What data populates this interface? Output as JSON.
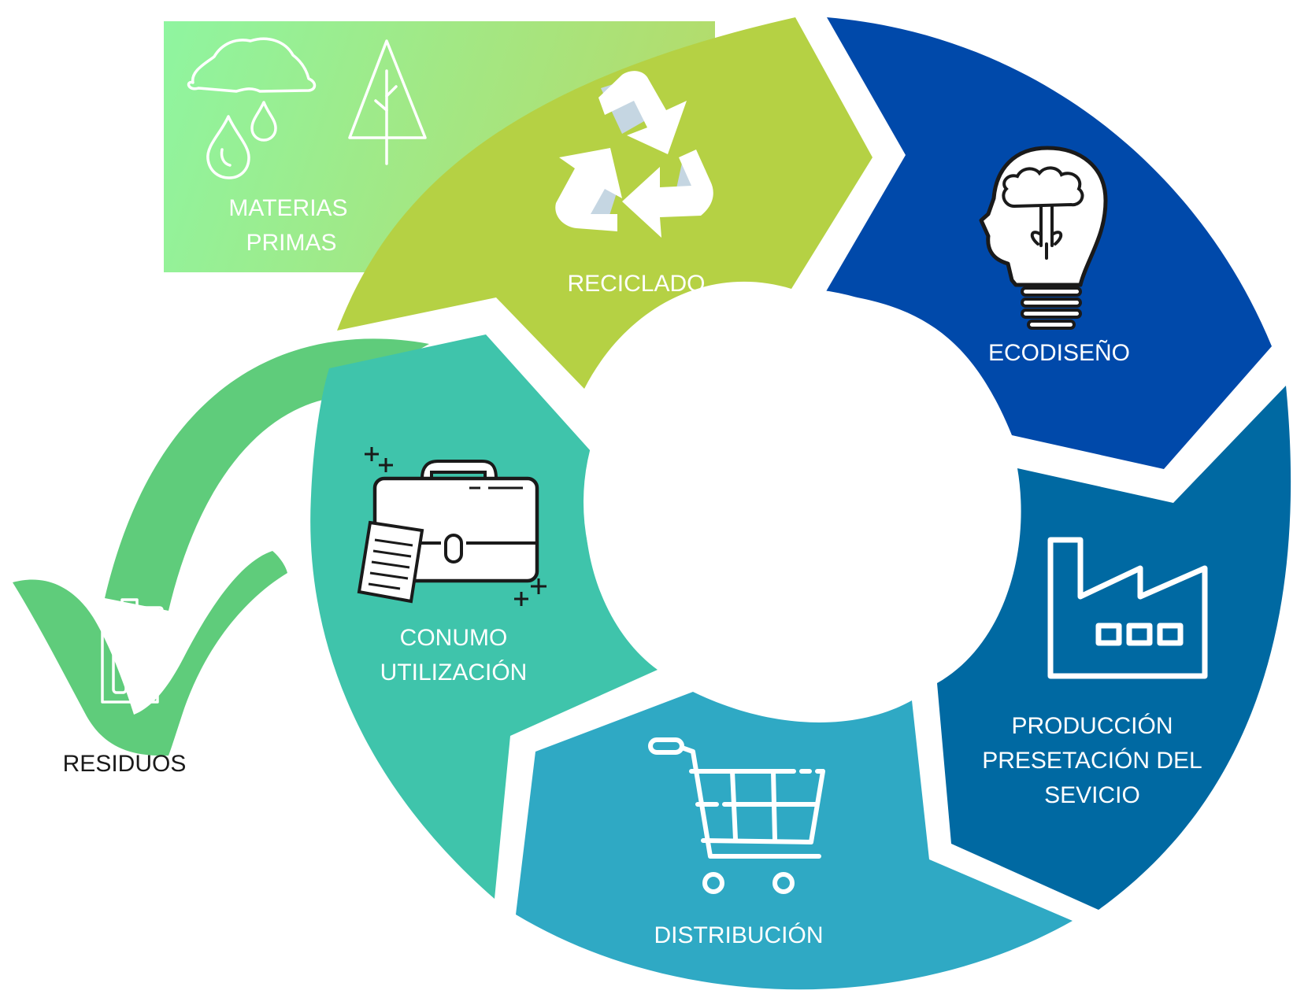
{
  "stages": {
    "materias": {
      "line1": "MATERIAS",
      "line2": "PRIMAS"
    },
    "reciclado": {
      "label": "RECICLADO"
    },
    "ecodiseno": {
      "label": "ECODISEÑO"
    },
    "produccion": {
      "line1": "PRODUCCIÓN",
      "line2": "PRESETACIÓN DEL",
      "line3": "SEVICIO"
    },
    "distribucion": {
      "label": "DISTRIBUCIÓN"
    },
    "consumo": {
      "line1": "CONUMO",
      "line2": "UTILIZACIÓN"
    },
    "residuos": {
      "label": "RESIDUOS"
    }
  },
  "colors": {
    "materias_left": "#8ff5a0",
    "materias_right": "#b3dc6c",
    "reciclado": "#b5d144",
    "ecodiseno": "#0049aa",
    "produccion": "#0069a2",
    "distribucion": "#2fa9c4",
    "consumo": "#3fc4ab",
    "residuos": "#5fcc7b",
    "recycle_shade": "#c5d6e2"
  },
  "icons": {
    "materias": [
      "rock-icon",
      "water-drops-icon",
      "tree-icon"
    ],
    "reciclado": "recycle-icon",
    "ecodiseno": "brain-bulb-icon",
    "produccion": "factory-icon",
    "distribucion": "shopping-cart-icon",
    "consumo": "briefcase-icon",
    "residuos": "trash-can-icon"
  }
}
